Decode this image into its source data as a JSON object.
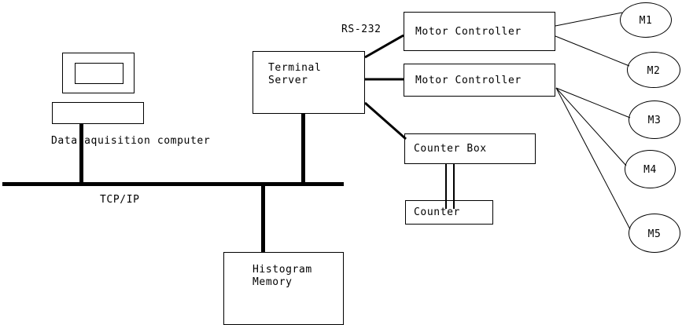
{
  "diagram": {
    "title": "Data acquisition system block diagram",
    "background_color": "#ffffff",
    "line_color": "#000000",
    "network_label": "TCP/IP",
    "serial_label": "RS-232",
    "computer_caption": "Data aquisition computer"
  },
  "nodes": {
    "terminal_server": {
      "line1": "Terminal",
      "line2": "Server"
    },
    "motor_controller_1": {
      "label": "Motor Controller"
    },
    "motor_controller_2": {
      "label": "Motor Controller"
    },
    "counter_box": {
      "label": "Counter Box"
    },
    "counter": {
      "label": "Counter"
    },
    "histogram_memory": {
      "line1": "Histogram",
      "line2": "Memory"
    }
  },
  "motors": [
    {
      "id": "m1",
      "label": "M1"
    },
    {
      "id": "m2",
      "label": "M2"
    },
    {
      "id": "m3",
      "label": "M3"
    },
    {
      "id": "m4",
      "label": "M4"
    },
    {
      "id": "m5",
      "label": "M5"
    }
  ]
}
